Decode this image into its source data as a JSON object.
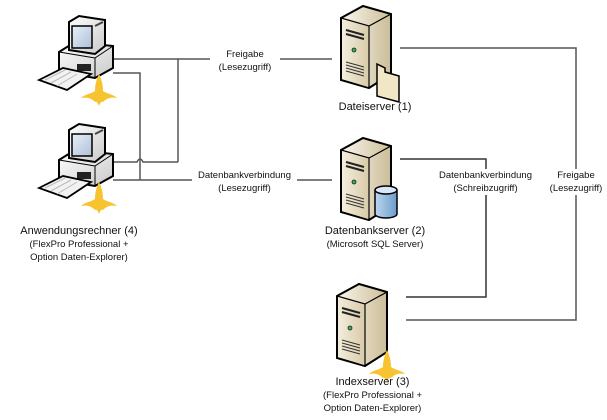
{
  "nodes": {
    "workstation": {
      "title": "Anwendungsrechner (4)",
      "line2": "(FlexPro Professional +",
      "line3": "Option Daten-Explorer)",
      "icon": "workstation-with-flexpro-icon",
      "count_shown": 2
    },
    "fileserver": {
      "title": "Dateiserver (1)",
      "icon": "server-with-folder-icon"
    },
    "dbserver": {
      "title": "Datenbankserver (2)",
      "line2": "(Microsoft SQL Server)",
      "icon": "server-with-database-icon"
    },
    "indexserver": {
      "title": "Indexserver (3)",
      "line2": "(FlexPro Professional +",
      "line3": "Option Daten-Explorer)",
      "icon": "server-with-flexpro-icon"
    }
  },
  "edges": {
    "ws_to_file": {
      "line1": "Freigabe",
      "line2": "(Lesezugriff)"
    },
    "ws_to_db": {
      "line1": "Datenbankverbindung",
      "line2": "(Lesezugriff)"
    },
    "index_to_db": {
      "line1": "Datenbankverbindung",
      "line2": "(Schreibzugriff)"
    },
    "index_to_file": {
      "line1": "Freigabe",
      "line2": "(Lesezugriff)"
    }
  },
  "colors": {
    "line": "#555555",
    "server_body": "#efe6d2",
    "flexpro_logo": "#f7c330",
    "database": "#9cc3e6"
  }
}
